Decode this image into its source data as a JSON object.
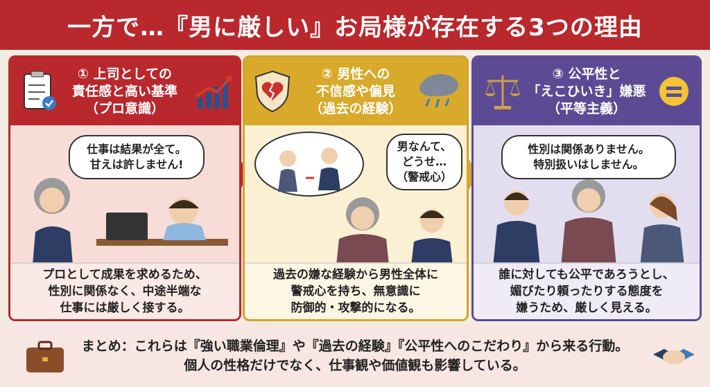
{
  "title": "一方で…『男に厳しい』お局様が存在する3つの理由",
  "panels": [
    {
      "header": [
        "① 上司としての",
        "責任感と高い基準",
        "（プロ意識）"
      ],
      "bubble": [
        "仕事は結果が全て。",
        "甘えは許しません!"
      ],
      "body": [
        "プロとして成果を求めるため、",
        "性別に関係なく、中途半端な",
        "仕事には厳しく接する。"
      ]
    },
    {
      "header": [
        "② 男性への",
        "不信感や偏見",
        "（過去の経験）"
      ],
      "bubble": [
        "男なんて、",
        "どうせ…",
        "（警戒心）"
      ],
      "body": [
        "過去の嫌な経験から男性全体に",
        "警戒心を持ち、無意識に",
        "防御的・攻撃的になる。"
      ]
    },
    {
      "header": [
        "③ 公平性と",
        "「えこひいき」嫌悪",
        "（平等主義）"
      ],
      "bubble": [
        "性別は関係ありません。",
        "特別扱いはしません。"
      ],
      "body": [
        "誰に対しても公平であろうとし、",
        "媚びたり頼ったりする態度を",
        "嫌うため、厳しく見える。"
      ]
    }
  ],
  "footer": [
    "まとめ：これらは『強い職業倫理』や『過去の経験』『公平性へのこだわり』から来る行動。",
    "個人の性格だけでなく、仕事観や価値観も影響している。"
  ],
  "icons": [
    "clipboard-check-icon",
    "trend-chart-icon",
    "broken-heart-shield-icon",
    "rain-cloud-icon",
    "scales-icon",
    "equals-icon",
    "briefcase-icon",
    "handshake-icon"
  ],
  "colors": {
    "title_bg": "#b8282d",
    "panel1": "#b8282d",
    "panel2": "#d8a92a",
    "panel3": "#5c4b94"
  }
}
